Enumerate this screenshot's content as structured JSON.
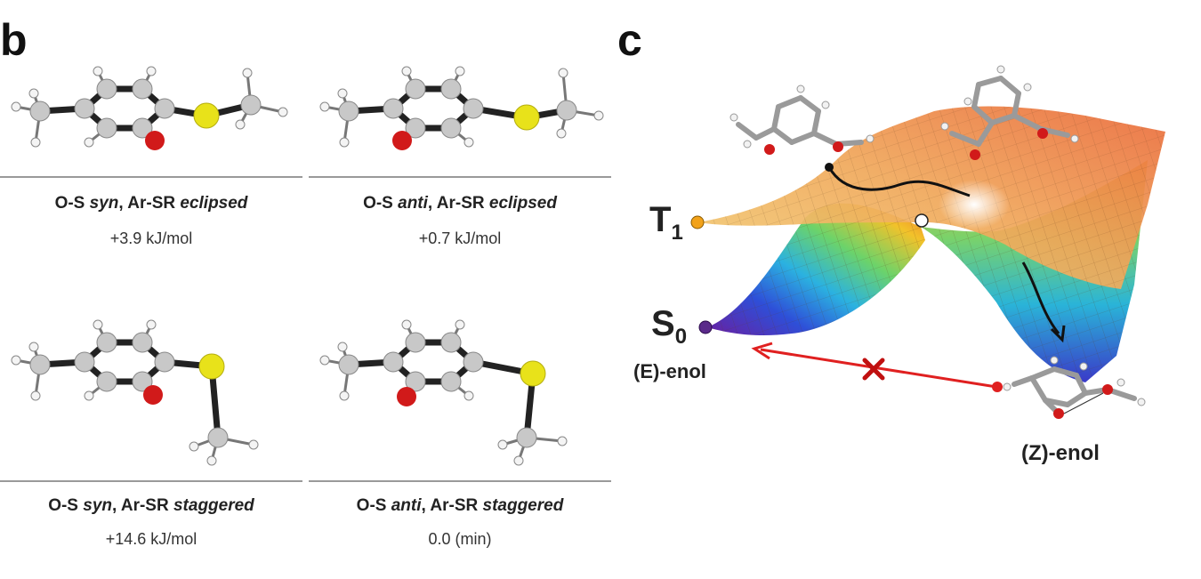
{
  "panels": {
    "b": "b",
    "c": "c"
  },
  "conformers": [
    {
      "o_s": "syn",
      "ar_sr": "eclipsed",
      "energy": "+3.9 kJ/mol"
    },
    {
      "o_s": "anti",
      "ar_sr": "eclipsed",
      "energy": "+0.7 kJ/mol"
    },
    {
      "o_s": "syn",
      "ar_sr": "staggered",
      "energy": "+14.6 kJ/mol"
    },
    {
      "o_s": "anti",
      "ar_sr": "staggered",
      "energy": "0.0 (min)"
    }
  ],
  "caption_prefix_os": "O-S",
  "caption_prefix_arsr": "Ar-SR",
  "surface": {
    "t1": "T",
    "t1_sub": "1",
    "s0": "S",
    "s0_sub": "0",
    "e_enol": "(E)-enol",
    "z_enol": "(Z)-enol"
  },
  "colors": {
    "oxygen": "#d11a1a",
    "sulfur": "#e8e21a",
    "carbon": "#c8c8c8",
    "bond": "#222222",
    "arrow_red": "#e02020",
    "t1_marker": "#f2a21a",
    "s0_marker": "#5a2a8a"
  }
}
